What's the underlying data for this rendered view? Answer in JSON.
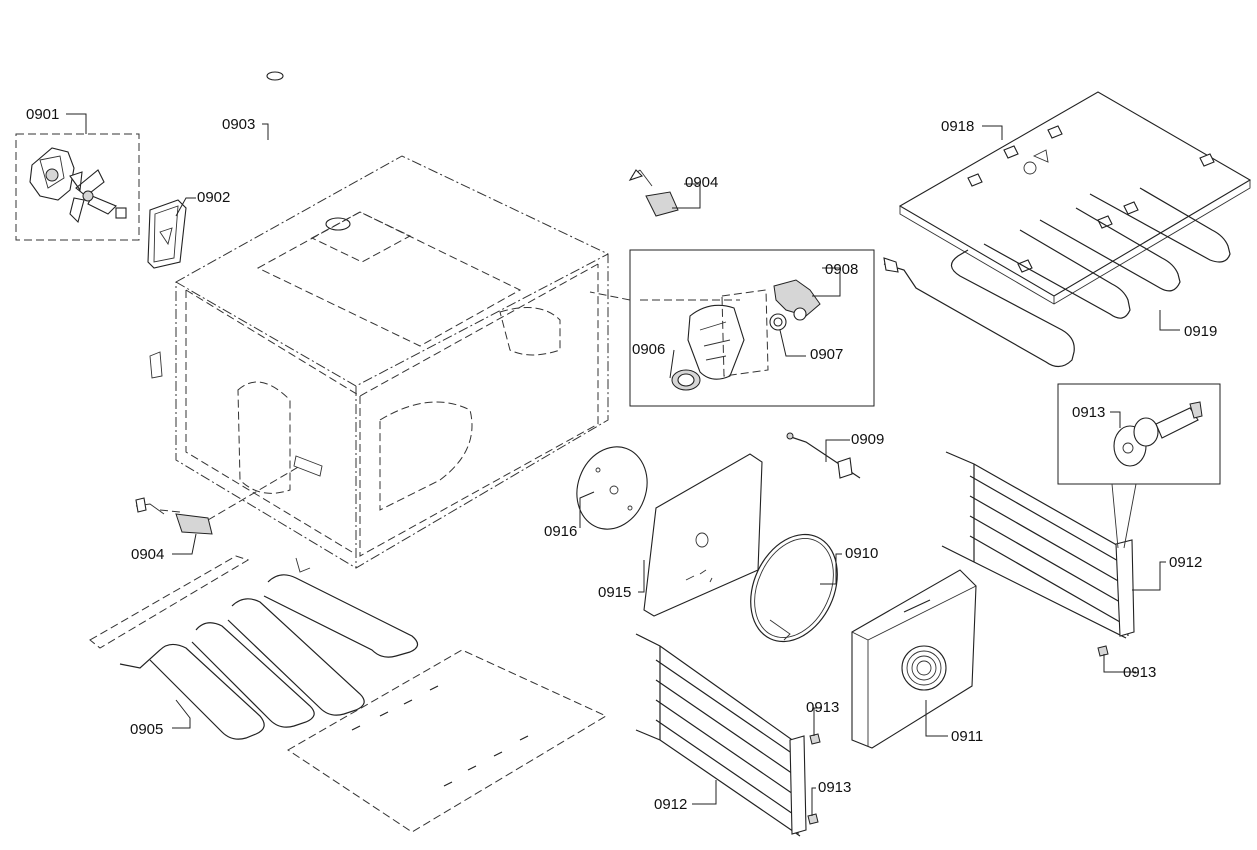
{
  "labels": [
    {
      "id": "p0901",
      "text": "0901"
    },
    {
      "id": "p0902",
      "text": "0902"
    },
    {
      "id": "p0903",
      "text": "0903"
    },
    {
      "id": "p0904a",
      "text": "0904"
    },
    {
      "id": "p0904b",
      "text": "0904"
    },
    {
      "id": "p0905",
      "text": "0905"
    },
    {
      "id": "p0906",
      "text": "0906"
    },
    {
      "id": "p0907",
      "text": "0907"
    },
    {
      "id": "p0908",
      "text": "0908"
    },
    {
      "id": "p0909",
      "text": "0909"
    },
    {
      "id": "p0910",
      "text": "0910"
    },
    {
      "id": "p0911",
      "text": "0911"
    },
    {
      "id": "p0912a",
      "text": "0912"
    },
    {
      "id": "p0912b",
      "text": "0912"
    },
    {
      "id": "p0913a",
      "text": "0913"
    },
    {
      "id": "p0913b",
      "text": "0913"
    },
    {
      "id": "p0913c",
      "text": "0913"
    },
    {
      "id": "p0913d",
      "text": "0913"
    },
    {
      "id": "p0915",
      "text": "0915"
    },
    {
      "id": "p0916",
      "text": "0916"
    },
    {
      "id": "p0918",
      "text": "0918"
    },
    {
      "id": "p0919",
      "text": "0919"
    }
  ]
}
